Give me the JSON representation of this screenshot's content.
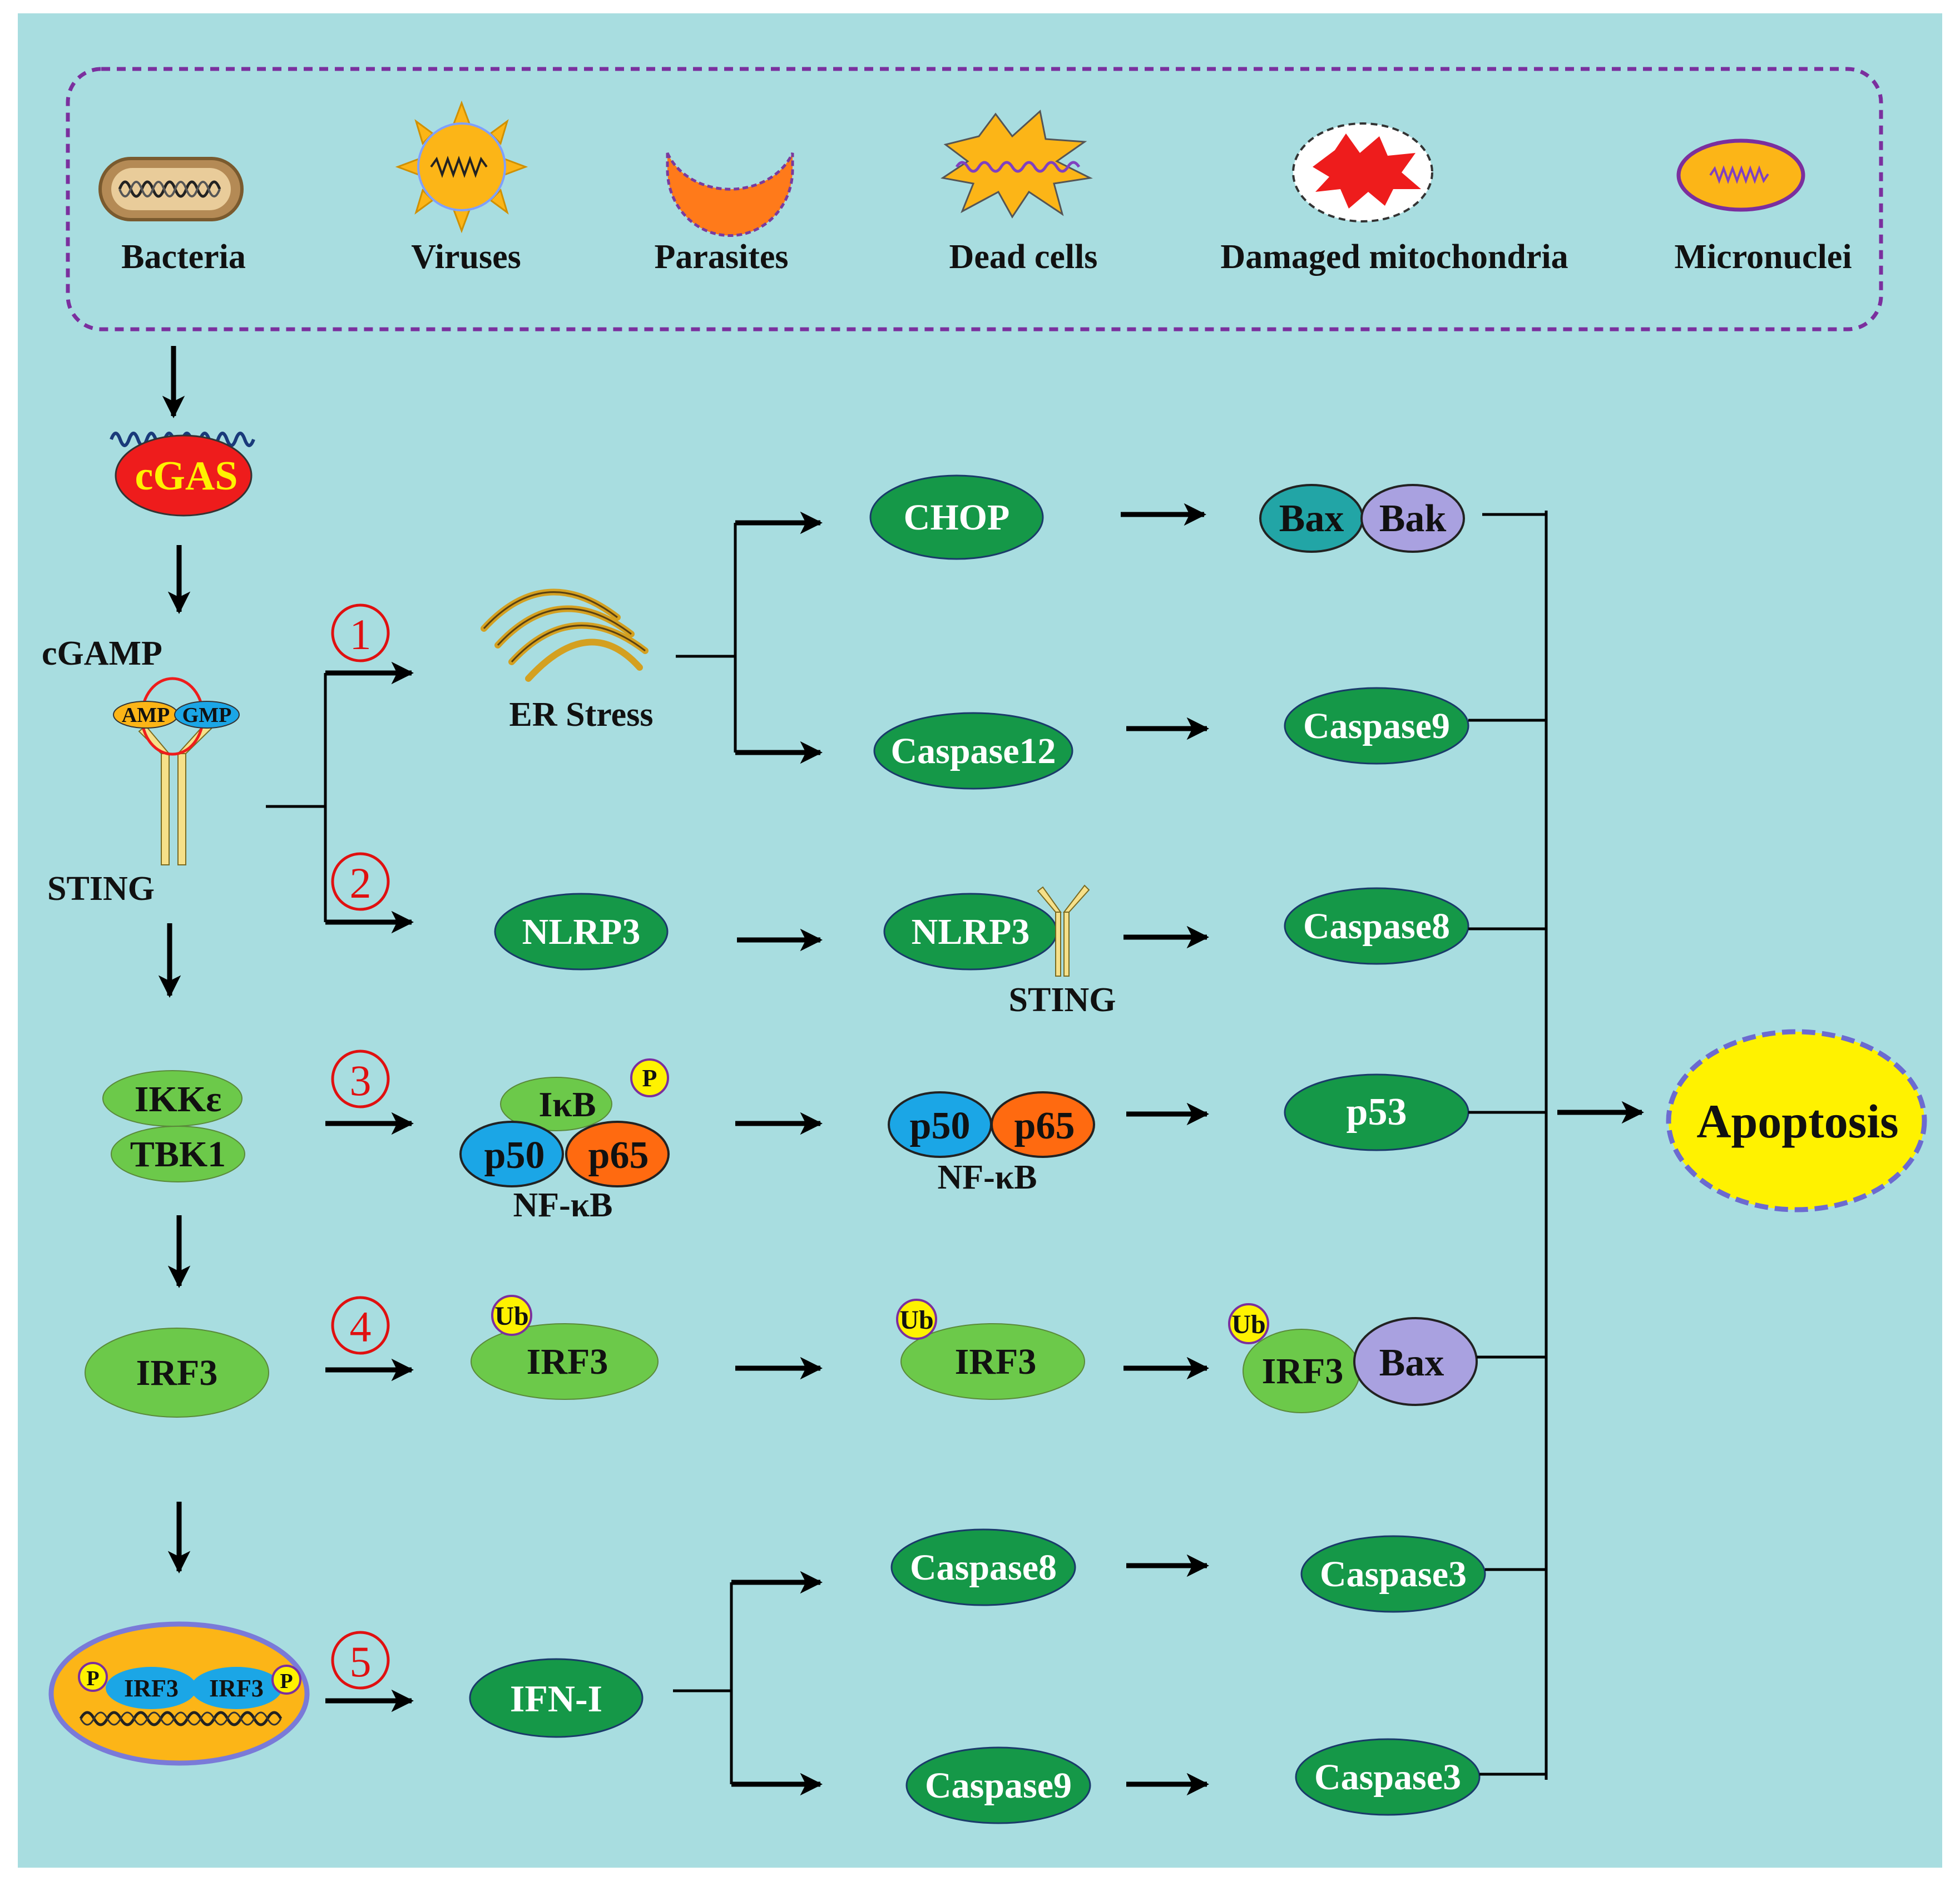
{
  "stimuli": {
    "bacteria": "Bacteria",
    "viruses": "Viruses",
    "parasites": "Parasites",
    "dead_cells": "Dead cells",
    "damaged_mito": "Damaged mitochondria",
    "micronuclei": "Micronuclei"
  },
  "left": {
    "cgas": "cGAS",
    "cgamp": "cGAMP",
    "amp": "AMP",
    "gmp": "GMP",
    "sting": "STING",
    "ikk": "IKKε",
    "tbk1": "TBK1",
    "irf3": "IRF3",
    "irf3_a": "IRF3",
    "irf3_b": "IRF3",
    "p": "P"
  },
  "pathway_numbers": [
    "①",
    "②",
    "③",
    "④",
    "⑤"
  ],
  "path1": {
    "er_stress": "ER Stress",
    "chop": "CHOP",
    "bax": "Bax",
    "bak": "Bak",
    "casp12": "Caspase12",
    "casp9": "Caspase9"
  },
  "path2": {
    "nlrp3": "NLRP3",
    "nlrp3_complex": "NLRP3",
    "sting": "STING",
    "casp8": "Caspase8"
  },
  "path3": {
    "ikb": "IκB",
    "p": "P",
    "p50": "p50",
    "p65": "p65",
    "nfkb": "NF-κB",
    "p50b": "p50",
    "p65b": "p65",
    "nfkb2": "NF-κB",
    "p53": "p53"
  },
  "path4": {
    "ub": "Ub",
    "irf3": "IRF3",
    "bax": "Bax"
  },
  "path5": {
    "ifn": "IFN-I",
    "casp8": "Caspase8",
    "casp3a": "Caspase3",
    "casp9": "Caspase9",
    "casp3b": "Caspase3"
  },
  "outcome": "Apoptosis",
  "colors": {
    "background": "#a8dde0",
    "node_green": "#159848",
    "light_green": "#6cc94a",
    "orange": "#fcb517",
    "red": "#ee1c1c",
    "blue": "#1ba6e6",
    "purple_bak": "#a9a1e0",
    "teal_bax": "#22a5a6",
    "apoptosis_yellow": "#fff200",
    "border_purple": "#7b2f9e"
  }
}
